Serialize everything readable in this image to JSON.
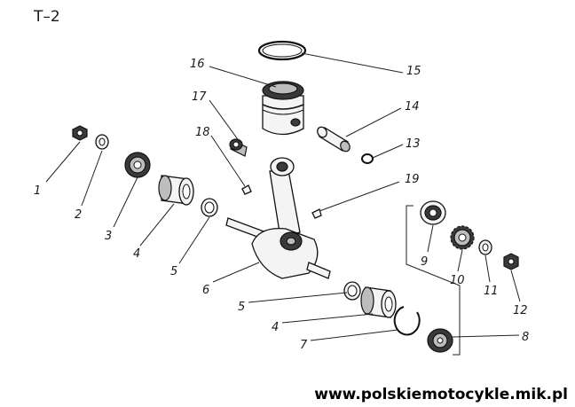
{
  "title": "T–2",
  "footer_url": "www.polskiemotocykle.mik.pl",
  "callouts": {
    "n1": "1",
    "n2": "2",
    "n3": "3",
    "n4a": "4",
    "n5a": "5",
    "n6": "6",
    "n5b": "5",
    "n4b": "4",
    "n7": "7",
    "n8": "8",
    "n9": "9",
    "n10": "10",
    "n11": "11",
    "n12": "12",
    "n13": "13",
    "n14": "14",
    "n15": "15",
    "n16": "16",
    "n17": "17",
    "n18": "18",
    "n19": "19"
  }
}
